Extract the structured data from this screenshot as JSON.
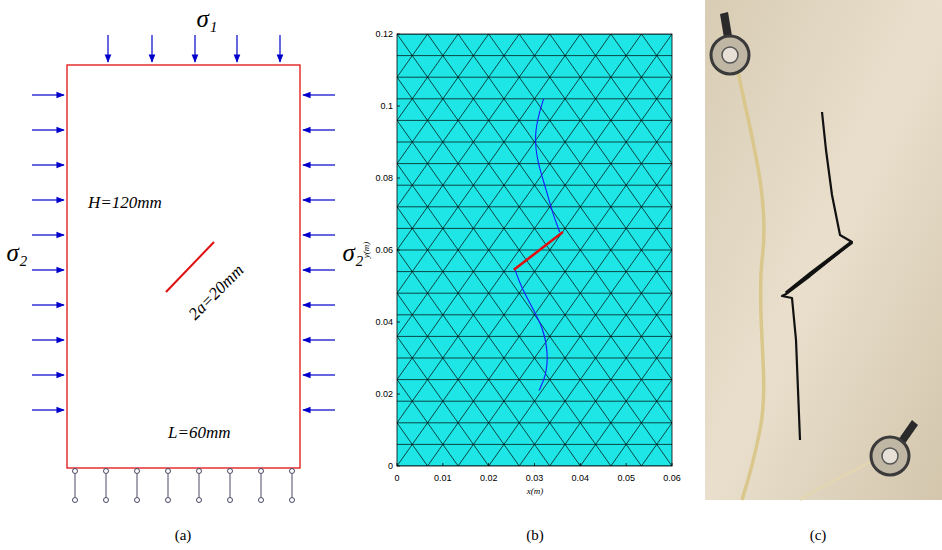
{
  "diagram": {
    "labels": [
      "σ₁",
      "σ₂",
      "σ₂",
      "H=120mm",
      "2a=20mm",
      "L=60mm",
      "(a)",
      "0",
      "0.02",
      "0.04",
      "0.06",
      "0.08",
      "0.1",
      "0.12",
      "y(m)",
      "0",
      "0.01",
      "0.02",
      "0.03",
      "0.04",
      "0.05",
      "0.06",
      "x(m)",
      "(b)",
      "(c)"
    ]
  }
}
